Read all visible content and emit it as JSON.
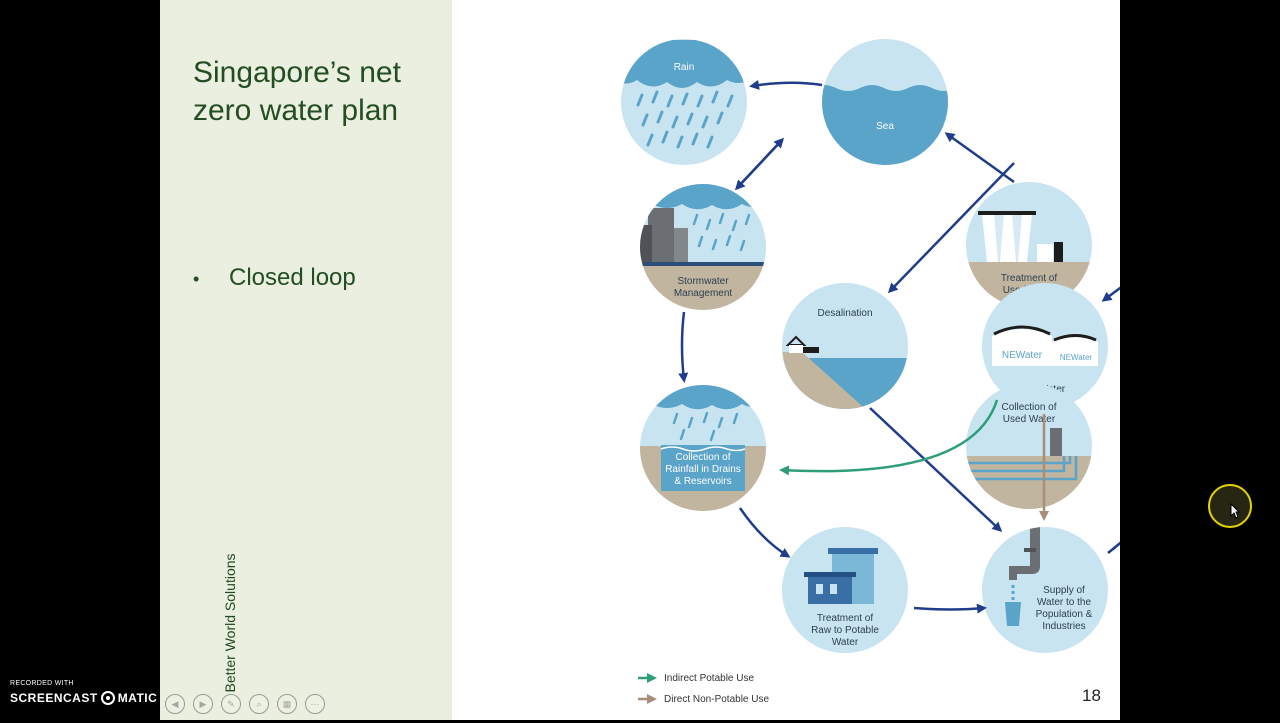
{
  "slide": {
    "title": "Singapore’s net zero water plan",
    "bullets": [
      "Closed loop"
    ],
    "source": "Better World Solutions",
    "page_number": "18"
  },
  "diagram": {
    "nodes": {
      "rain": "Rain",
      "sea": "Sea",
      "stormwater": [
        "Stormwater",
        "Management"
      ],
      "desalination": "Desalination",
      "newater": "NEWater",
      "newater_sign": "NEWater",
      "treatment_used": [
        "Treatment of",
        "Used Water"
      ],
      "collection_used": [
        "Collection of",
        "Used Water"
      ],
      "collection_rain": [
        "Collection of",
        "Rainfall in Drains",
        "& Reservoirs"
      ],
      "treatment_raw": [
        "Treatment of",
        "Raw to Potable",
        "Water"
      ],
      "supply": [
        "Supply of",
        "Water to the",
        "Population &",
        "Industries"
      ]
    },
    "legend": [
      {
        "label": "Indirect Potable Use",
        "color": "#2e9e7a"
      },
      {
        "label": "Direct Non-Potable Use",
        "color": "#a88d78"
      }
    ],
    "colors": {
      "flow_arrow": "#1f3d8a",
      "circle_fill": "#c9e4f1",
      "water": "#5aa3c9",
      "ground": "#c2b59f"
    }
  },
  "recorder": {
    "line1": "RECORDED WITH",
    "line2": "SCREENCAST",
    "line3": "MATIC"
  },
  "controls": [
    "prev-icon",
    "next-icon",
    "pen-icon",
    "zoom-icon",
    "slides-icon",
    "more-icon"
  ]
}
